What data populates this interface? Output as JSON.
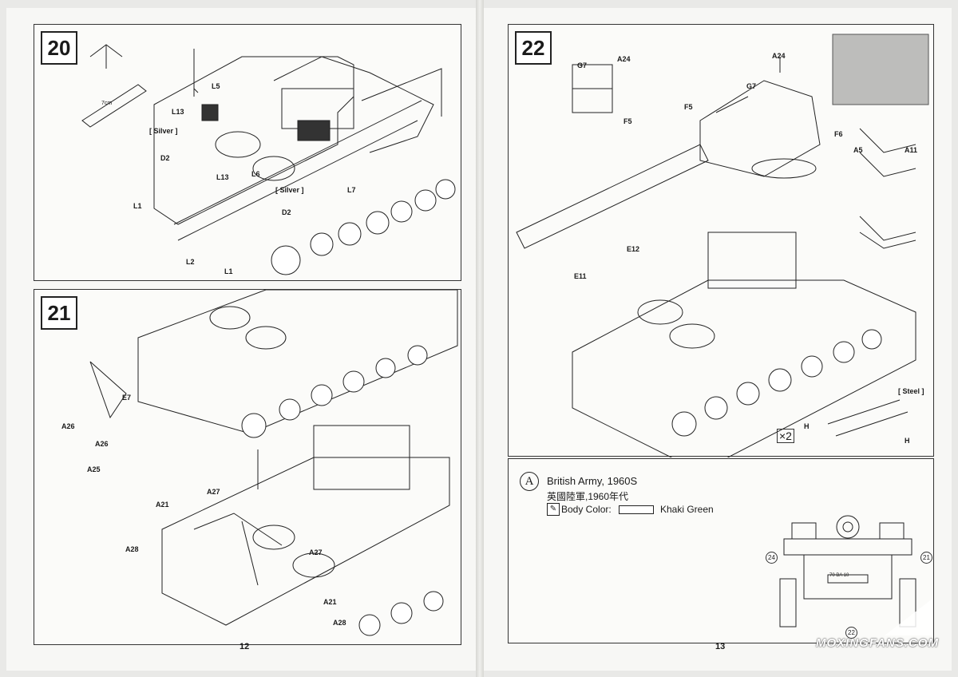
{
  "left_page": {
    "page_number": "12",
    "steps": [
      {
        "number": "20",
        "labels": {
          "L5": "L5",
          "L13a": "L13",
          "silver1": "[ Silver ]",
          "D2a": "D2",
          "L1a": "L1",
          "L13b": "L13",
          "L6": "L6",
          "silver2": "[ Silver ]",
          "L7": "L7",
          "D2b": "D2",
          "L2": "L2",
          "L1b": "L1",
          "cm": "7cm"
        }
      },
      {
        "number": "21",
        "labels": {
          "E7": "E7",
          "A26a": "A26",
          "A26b": "A26",
          "A25": "A25",
          "A27a": "A27",
          "A21a": "A21",
          "A28a": "A28",
          "A27b": "A27",
          "A21b": "A21",
          "A28b": "A28"
        }
      }
    ]
  },
  "right_page": {
    "page_number": "13",
    "step22": {
      "number": "22",
      "labels": {
        "G7a": "G7",
        "A24a": "A24",
        "F5a": "F5",
        "A24b": "A24",
        "G7b": "G7",
        "F5b": "F5",
        "F6": "F6",
        "A5": "A5",
        "A11": "A11",
        "E12": "E12",
        "E11": "E11",
        "steel": "[ Steel ]",
        "Ha": "H",
        "Hb": "H",
        "times2": "×2"
      }
    },
    "scheme": {
      "letter": "A",
      "title": "British Army, 1960S",
      "title_cn": "英國陸軍,1960年代",
      "body_label": "Body Color:",
      "color_name": "Khaki Green",
      "markings": {
        "m24": "24",
        "m21": "21",
        "m22": "22",
        "plate": "70 BA 10"
      }
    }
  },
  "watermark": "MOXINGFANS.COM",
  "colors": {
    "khaki_green": "#ffffff",
    "ink": "#1a1a1a"
  }
}
